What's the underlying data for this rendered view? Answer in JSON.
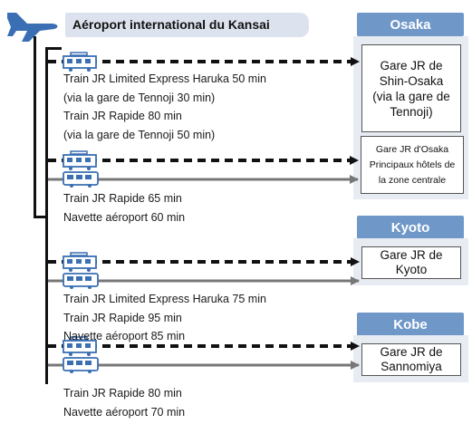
{
  "origin": {
    "name": "Aéroport international du Kansai",
    "icon": "airplane-icon",
    "color": "#3a6fb3"
  },
  "cities": [
    {
      "name": "Osaka",
      "destinations": [
        {
          "label": [
            "Gare JR de",
            "Shin-Osaka",
            "(via la gare de",
            "Tennoji)"
          ]
        },
        {
          "label": [
            "Gare JR d'Osaka",
            "Principaux hôtels de",
            "la zone centrale"
          ]
        }
      ]
    },
    {
      "name": "Kyoto",
      "destinations": [
        {
          "label": [
            "Gare JR de",
            "Kyoto"
          ]
        }
      ]
    },
    {
      "name": "Kobe",
      "destinations": [
        {
          "label": [
            "Gare JR de",
            "Sannomiya"
          ]
        }
      ]
    }
  ],
  "routes": [
    {
      "modes": [
        "train"
      ],
      "text": [
        "Train JR Limited Express Haruka 50 min",
        "(via la gare de Tennoji 30 min)",
        "Train JR Rapide 80 min",
        "(via la gare de Tennoji 50 min)"
      ]
    },
    {
      "modes": [
        "train",
        "bus"
      ],
      "text": [
        "Train JR Rapide 65 min",
        "Navette aéroport 60 min"
      ]
    },
    {
      "modes": [
        "train",
        "bus"
      ],
      "text": [
        "Train JR Limited Express Haruka 75 min",
        "Train JR Rapide 95 min",
        "Navette aéroport 85 min"
      ]
    },
    {
      "modes": [
        "train",
        "bus"
      ],
      "text": [
        "Train JR Rapide 80 min",
        "Navette aéroport 70 min"
      ]
    }
  ],
  "legend_icons": {
    "train": "train-icon",
    "bus": "bus-icon"
  },
  "colors": {
    "header": "#6f97c8",
    "panel": "#e7ebf2",
    "origin_tab": "#dde3ee",
    "train_line": "#111111",
    "bus_line": "#777777",
    "icon_blue": "#3a6fb3"
  }
}
